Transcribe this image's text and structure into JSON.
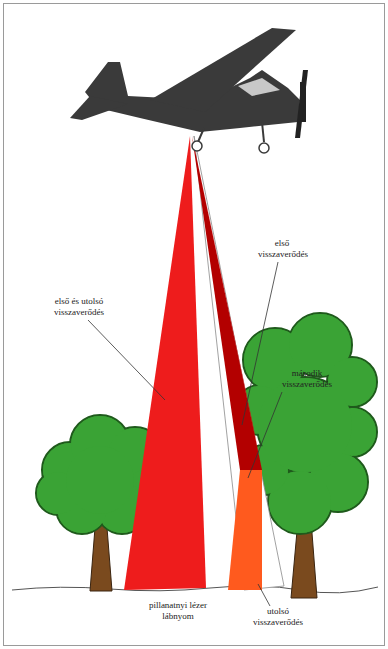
{
  "diagram": {
    "labels": [
      "első és utolsó visszaverődés",
      "első visszaverődés",
      "második visszaverődés",
      "pillanatnyi lézer lábnyom",
      "utolsó visszaverődés"
    ]
  }
}
